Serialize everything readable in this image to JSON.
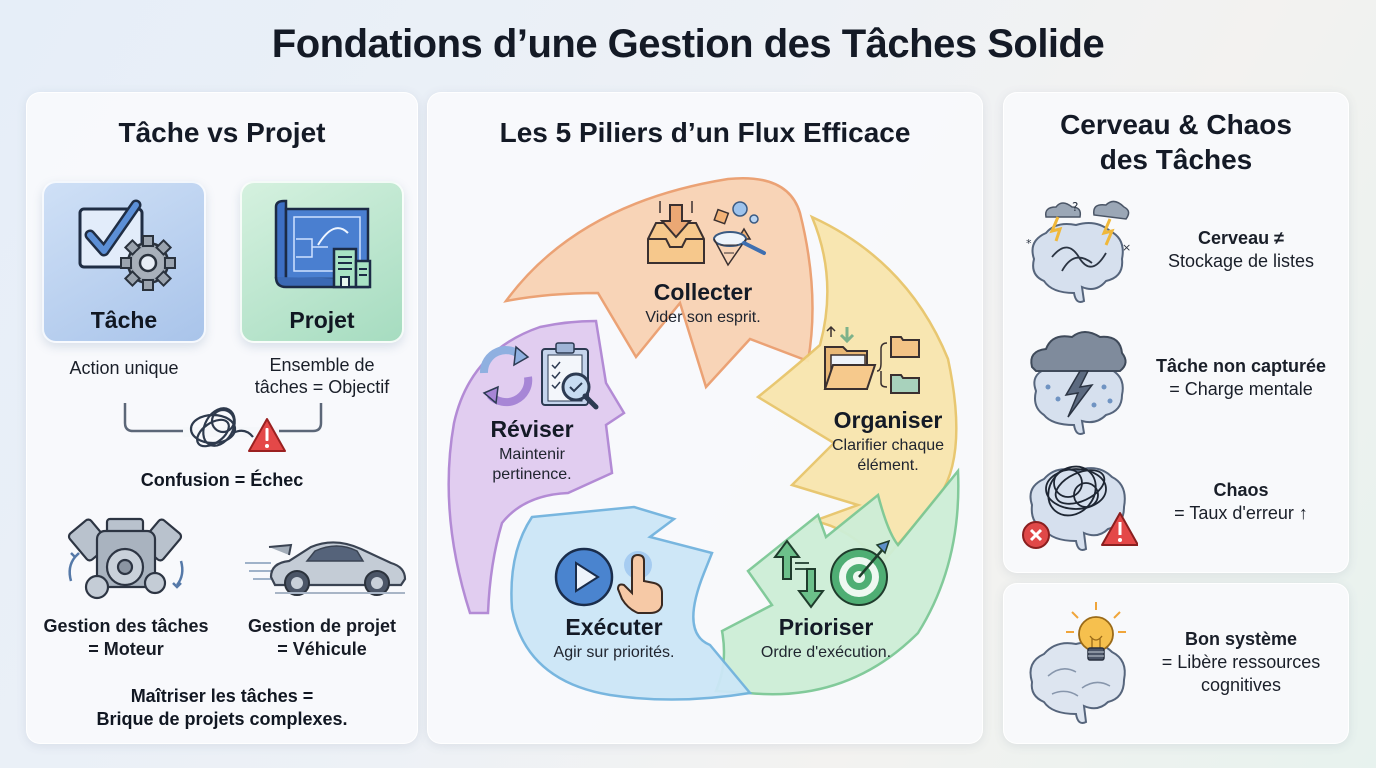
{
  "title": "Fondations d’une Gestion des Tâches Solide",
  "left_panel": {
    "title": "Tâche vs Projet",
    "task_card": {
      "label": "Tâche",
      "icon": "checkbox-gear-icon",
      "color": "#b7cff0"
    },
    "project_card": {
      "label": "Projet",
      "icon": "blueprint-building-icon",
      "color": "#b5e3c9"
    },
    "task_desc": "Action unique",
    "project_desc_line1": "Ensemble de",
    "project_desc_line2": "tâches = Objectif",
    "confusion_icon": "tangle-warning-icon",
    "confusion": "Confusion = Échec",
    "engine": {
      "icon": "engine-icon",
      "line1": "Gestion des tâches",
      "line2": "= Moteur"
    },
    "vehicle": {
      "icon": "sports-car-icon",
      "line1": "Gestion de projet",
      "line2": "= Véhicule"
    },
    "conclusion_line1": "Maîtriser les tâches =",
    "conclusion_line2": "Brique de projets complexes."
  },
  "center_panel": {
    "title": "Les 5 Piliers d’un Flux Efficace",
    "pillars": [
      {
        "name": "Collecter",
        "desc": "Vider son esprit.",
        "icon": "inbox-net-icon",
        "color": "#f8cfae",
        "stroke": "#eb9e6e"
      },
      {
        "name": "Organiser",
        "desc_line1": "Clarifier chaque",
        "desc_line2": "élément.",
        "icon": "folders-sort-icon",
        "color": "#f9e6ab",
        "stroke": "#e8c56a"
      },
      {
        "name": "Prioriser",
        "desc": "Ordre d'exécution.",
        "icon": "arrows-target-icon",
        "color": "#c9ecd3",
        "stroke": "#7cc895"
      },
      {
        "name": "Exécuter",
        "desc": "Agir sur priorités.",
        "icon": "play-touch-icon",
        "color": "#c8e5f6",
        "stroke": "#72b3de"
      },
      {
        "name": "Réviser",
        "desc_line1": "Maintenir",
        "desc_line2": "pertinence.",
        "icon": "refresh-clipboard-icon",
        "color": "#dfc8ef",
        "stroke": "#b086d3"
      }
    ]
  },
  "right_panel": {
    "title_line1": "Cerveau & Chaos",
    "title_line2": "des Tâches",
    "items": [
      {
        "icon": "stormy-brain-icon",
        "title": "Cerveau ≠",
        "desc": "Stockage de listes"
      },
      {
        "icon": "rain-cloud-brain-icon",
        "title": "Tâche non capturée",
        "desc": "= Charge mentale"
      },
      {
        "icon": "tangled-brain-error-icon",
        "title": "Chaos",
        "desc": "= Taux d'erreur ↑"
      }
    ]
  },
  "right_bottom_panel": {
    "icon": "lightbulb-brain-icon",
    "title": "Bon système",
    "desc_line1": "= Libère ressources",
    "desc_line2": "cognitives"
  }
}
